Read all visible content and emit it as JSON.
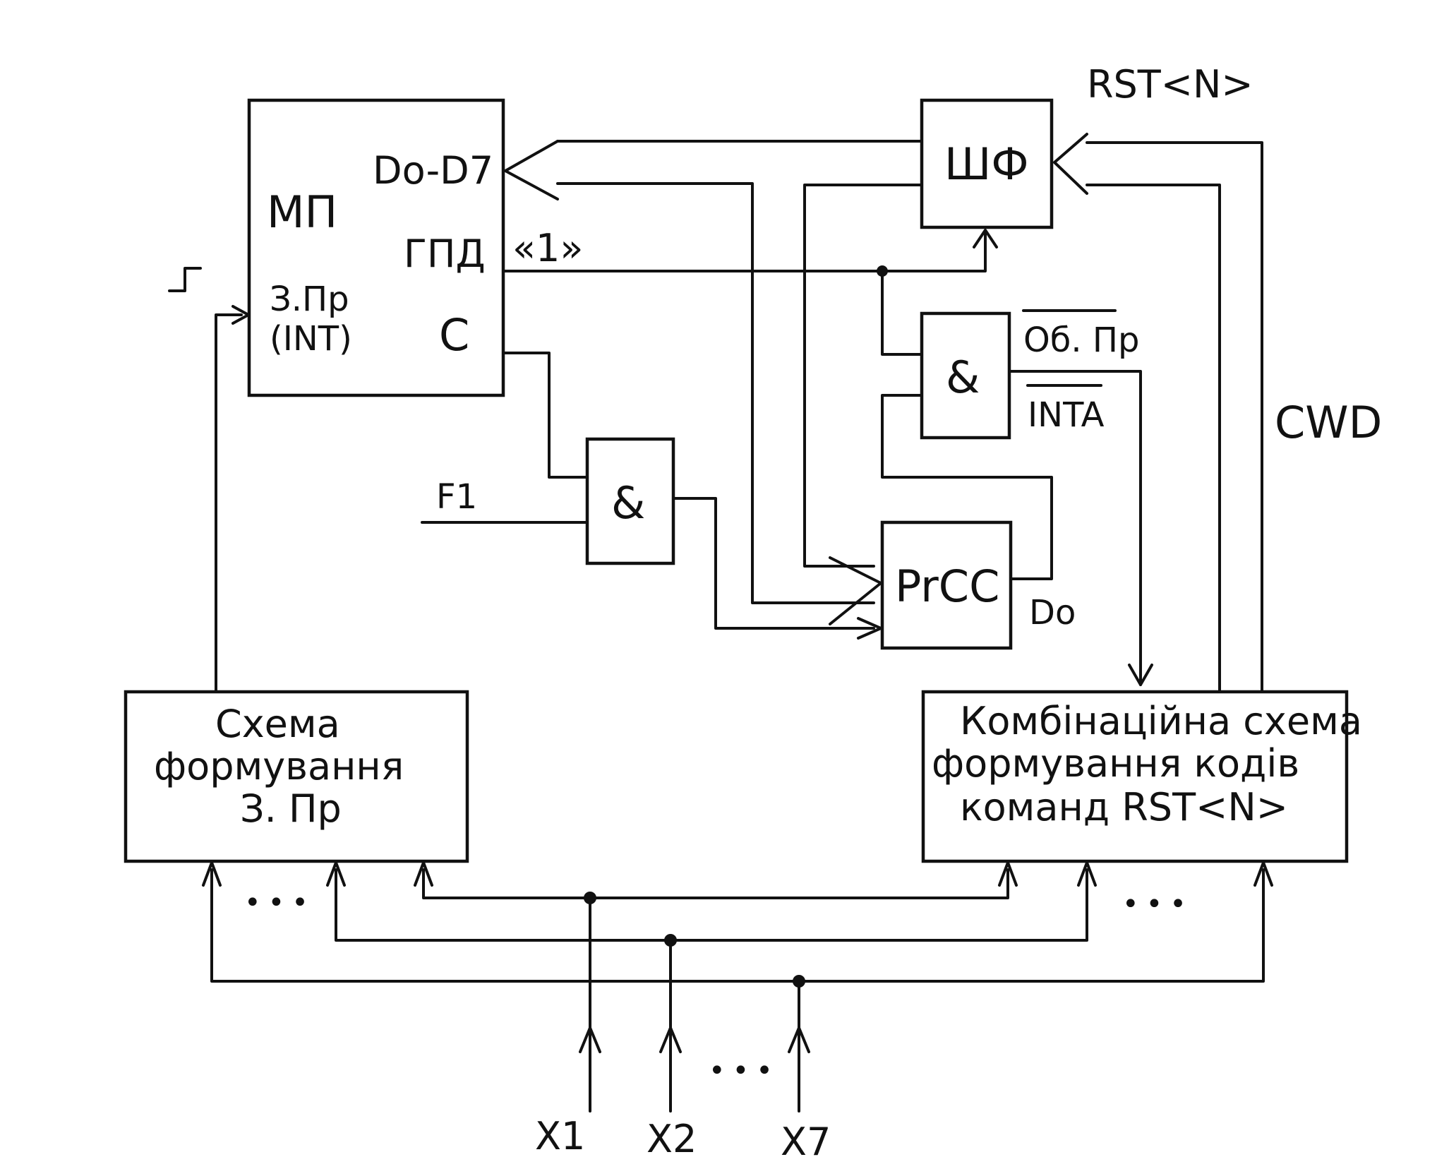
{
  "blocks": {
    "mp": {
      "title": "МП",
      "port_data": "Do-D7",
      "port_gpd": "ГПД",
      "port_int_1": "З.Пр",
      "port_int_2": "(INT)",
      "port_c": "C"
    },
    "shf": {
      "title": "ШФ"
    },
    "and_top": {
      "title": "&"
    },
    "and_mid": {
      "title": "&"
    },
    "rgcc": {
      "title": "PrCC",
      "output": "Do"
    },
    "schema_left": {
      "line1": "Схема",
      "line2": "формування",
      "line3": "З. Пр"
    },
    "schema_right": {
      "line1": "Комбінаційна схема",
      "line2": "формування кодів",
      "line3": "команд RST<N>"
    }
  },
  "signals": {
    "rst": "RST<N>",
    "one": "«1»",
    "ob_pr": "Об. Пр",
    "inta": "INTA",
    "cwd": "СWD",
    "f1": "F1",
    "x1": "X1",
    "x2": "X2",
    "x7": "X7"
  },
  "ellipsis": "•••"
}
